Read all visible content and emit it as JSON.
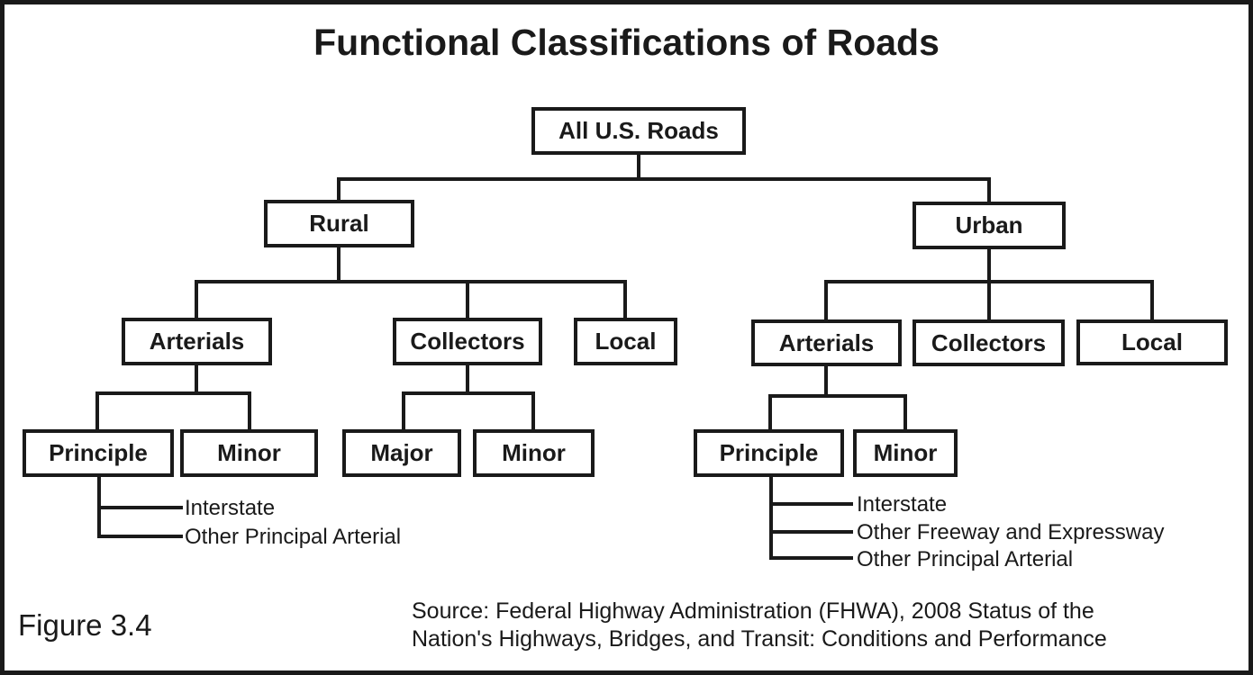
{
  "title": "Functional Classifications of Roads",
  "figure_label": "Figure 3.4",
  "source": {
    "line1": "Source: Federal Highway Administration (FHWA), 2008 Status of the",
    "line2": "Nation's Highways, Bridges, and Transit: Conditions and Performance"
  },
  "colors": {
    "ink": "#1a1a1a",
    "background": "#ffffff"
  },
  "tree": {
    "root": {
      "label": "All U.S. Roads"
    },
    "rural": {
      "label": "Rural",
      "arterials": {
        "label": "Arterials",
        "principle": {
          "label": "Principle",
          "leaves": [
            "Interstate",
            "Other Principal Arterial"
          ]
        },
        "minor": {
          "label": "Minor"
        }
      },
      "collectors": {
        "label": "Collectors",
        "major": {
          "label": "Major"
        },
        "minor": {
          "label": "Minor"
        }
      },
      "local": {
        "label": "Local"
      }
    },
    "urban": {
      "label": "Urban",
      "arterials": {
        "label": "Arterials",
        "principle": {
          "label": "Principle",
          "leaves": [
            "Interstate",
            "Other Freeway and Expressway",
            "Other Principal Arterial"
          ]
        },
        "minor": {
          "label": "Minor"
        }
      },
      "collectors": {
        "label": "Collectors"
      },
      "local": {
        "label": "Local"
      }
    }
  }
}
